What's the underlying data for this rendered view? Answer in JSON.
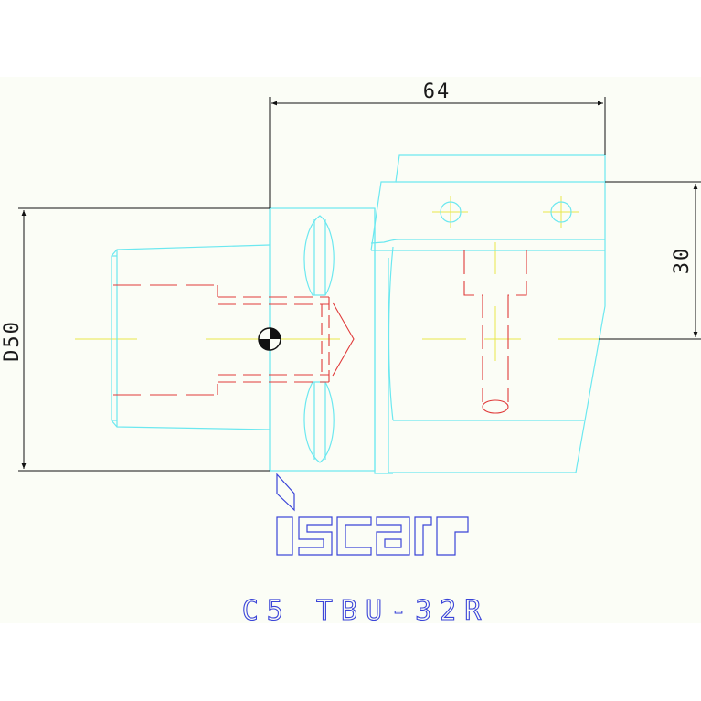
{
  "drawing": {
    "dimensions": {
      "width_label": "64",
      "height_label": "30",
      "diameter_label": "D50"
    },
    "logo_text": "iscar",
    "caption": "C5 TBU-32R",
    "colors": {
      "background": "#fbfdf6",
      "outline": "#6ce8f0",
      "hidden_line": "#e03a3a",
      "center_line": "#e8e84a",
      "dimension": "#111111",
      "logo": "#3a44d8"
    }
  }
}
